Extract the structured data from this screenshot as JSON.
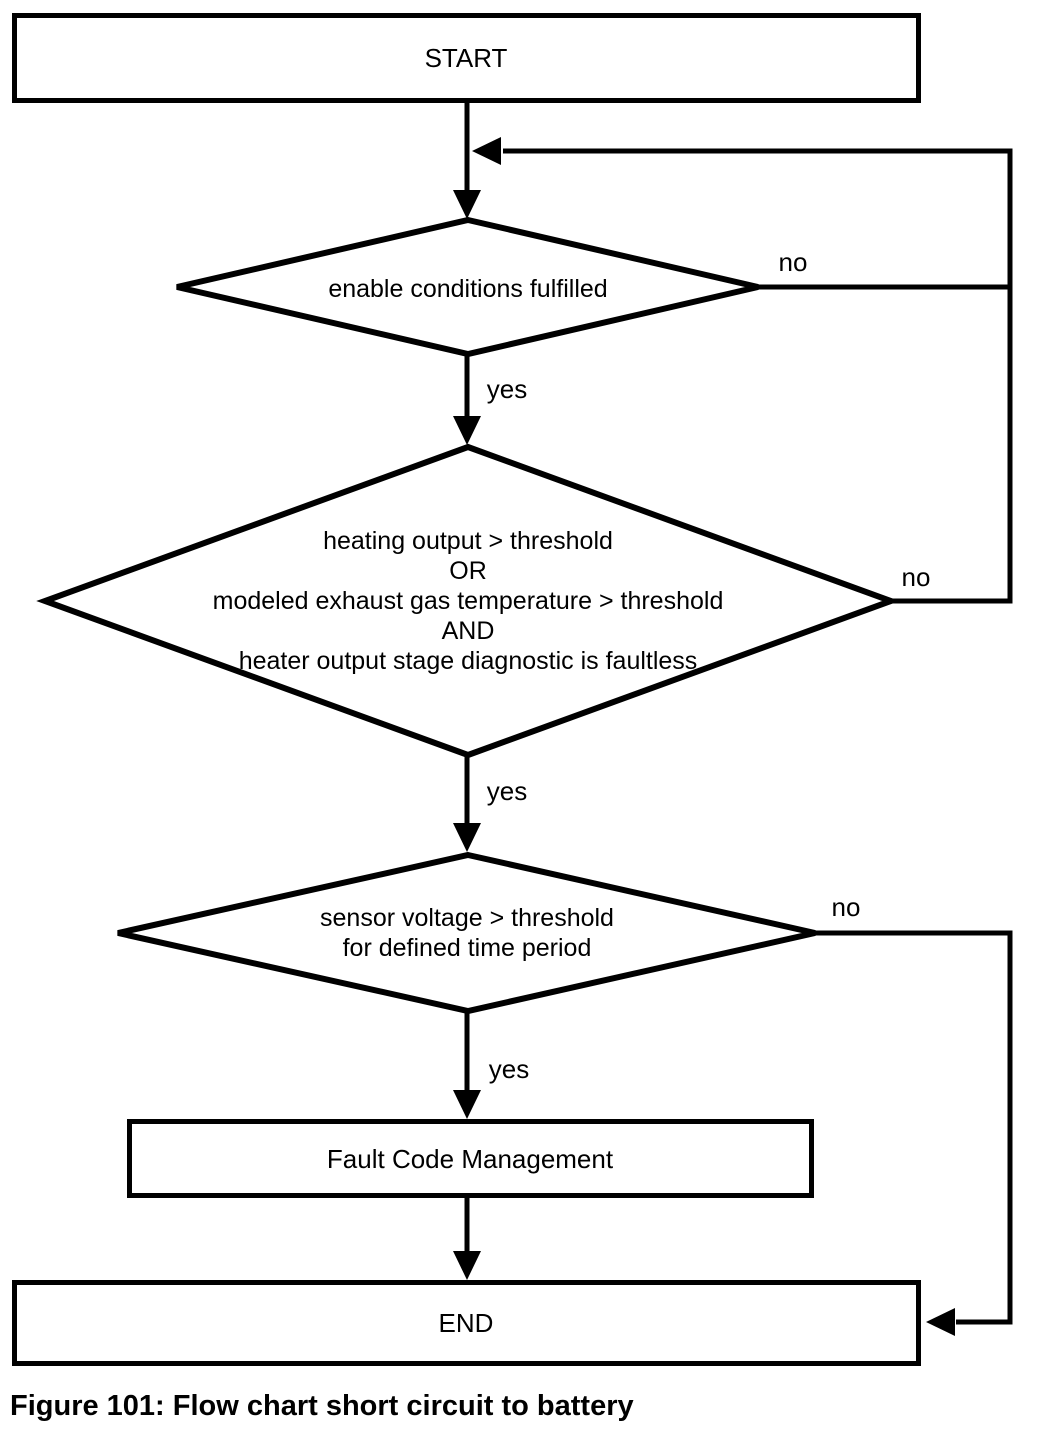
{
  "figure": {
    "caption": "Figure 101: Flow chart short circuit to battery"
  },
  "flow": {
    "start_label": "START",
    "end_label": "END",
    "process_label": "Fault Code Management",
    "decision1": {
      "label": "enable conditions fulfilled",
      "no": "no",
      "yes": "yes"
    },
    "decision2": {
      "lines": [
        "heating output > threshold",
        "OR",
        "modeled exhaust gas temperature > threshold",
        "AND",
        "heater output stage diagnostic is faultless"
      ],
      "no": "no",
      "yes": "yes"
    },
    "decision3": {
      "lines": [
        "sensor voltage > threshold",
        "for defined time period"
      ],
      "no": "no",
      "yes": "yes"
    },
    "colors": {
      "stroke": "#000000",
      "background": "#ffffff",
      "text": "#000000"
    }
  }
}
